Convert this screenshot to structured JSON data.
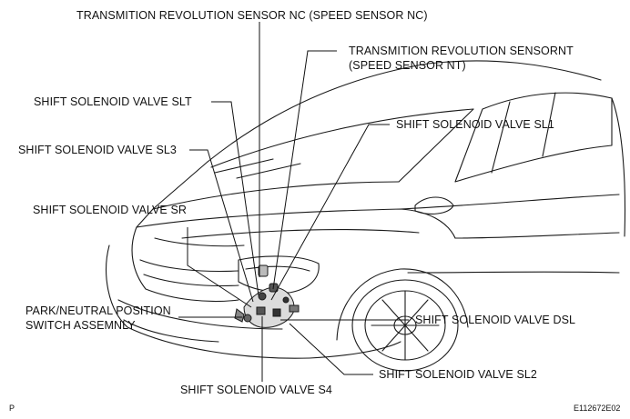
{
  "labels": {
    "speed_nc": "TRANSMITION REVOLUTION SENSOR NC (SPEED SENSOR NC)",
    "speed_nt_line1": "TRANSMITION REVOLUTION SENSORNT",
    "speed_nt_line2": "(SPEED SENSOR NT)",
    "slt": "SHIFT  SOLENOID VALVE SLT",
    "sl1": "SHIFT  SOLENOID VALVE SL1",
    "sl3": "SHIFT  SOLENOID VALVE SL3",
    "sr": "SHIFT  SOLENOID VALVE SR",
    "park_line1": "PARK/NEUTRAL POSITION",
    "park_line2": "SWITCH ASSEMNLY",
    "dsl": "SHIFT  SOLENOID VALVE DSL",
    "sl2": "SHIFT  SOLENOID VALVE SL2",
    "s4": "SHIFT  SOLENOID VALVE S4"
  },
  "corner_left": "P",
  "corner_right": "E112672E02",
  "colors": {
    "ink": "#111111",
    "background": "#ffffff"
  }
}
